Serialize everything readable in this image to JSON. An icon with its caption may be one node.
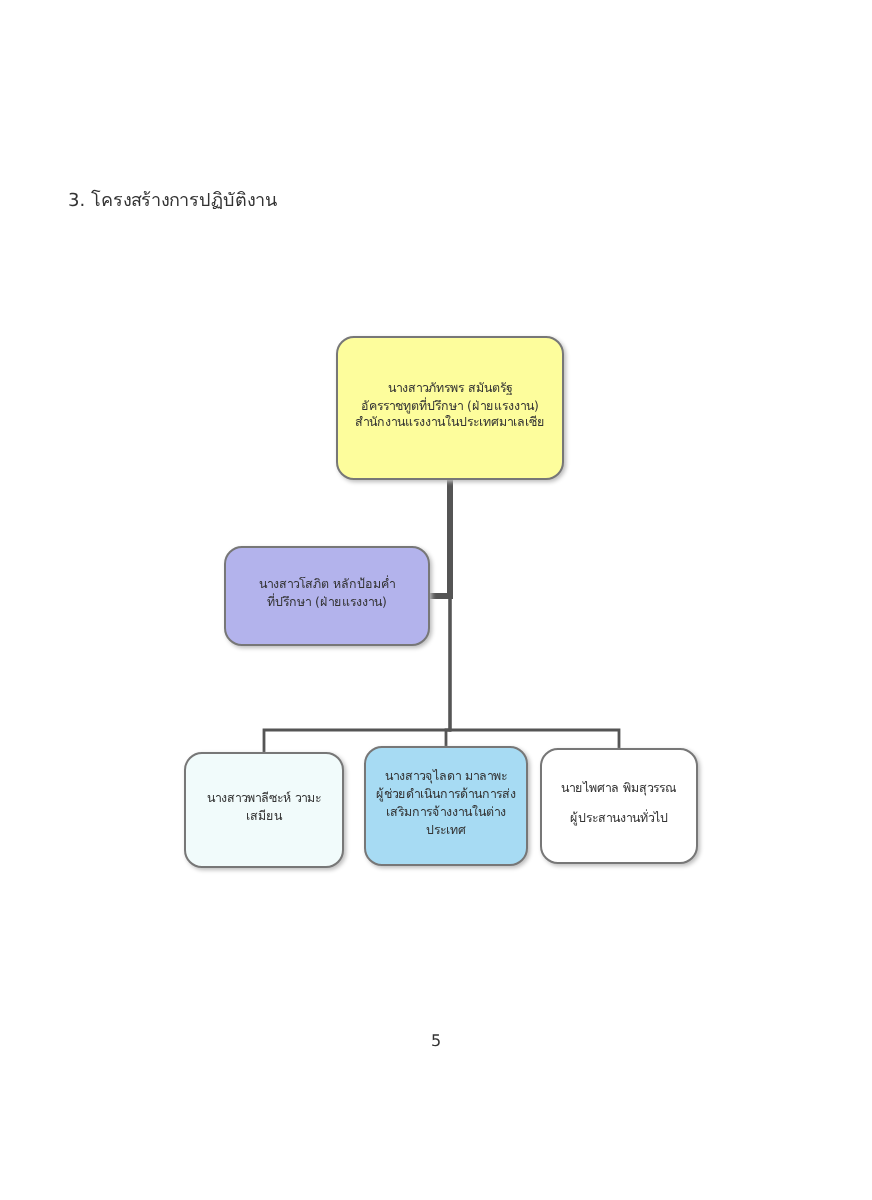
{
  "diagram": {
    "title": "3. โครงสร้างการปฏิบัติงาน",
    "nodes": [
      {
        "text": [
          "นางสาวภัทรพร สมันตรัฐ",
          "อัครราชทูตที่ปรึกษา (ฝ่ายแรงงาน)",
          "สำนักงานแรงงานในประเทศมาเลเซีย"
        ]
      },
      {
        "text": [
          "นางสาวโสภิต หลักป้อมค่ำ",
          "ที่ปรึกษา (ฝ่ายแรงงาน)"
        ]
      },
      {
        "text": [
          "นางสาวพาลีซะห์ วามะ",
          "เสมียน"
        ]
      },
      {
        "text": [
          "นางสาวจุไลดา มาลาพะ",
          "ผู้ช่วยดำเนินการด้านการส่งเสริมการจ้างงานในต่างประเทศ"
        ]
      },
      {
        "text": [
          "นายไพศาล พิมสุวรรณ",
          "ผู้ประสานงานทั่วไป"
        ]
      }
    ],
    "edges": [
      {
        "from": 0,
        "to": 1,
        "arrow": "none",
        "style": "thick"
      },
      {
        "from": 0,
        "to": 2,
        "arrow": "none"
      },
      {
        "from": 0,
        "to": 3,
        "arrow": "none"
      },
      {
        "from": 0,
        "to": 4,
        "arrow": "none"
      }
    ],
    "labels": [
      "5"
    ]
  }
}
